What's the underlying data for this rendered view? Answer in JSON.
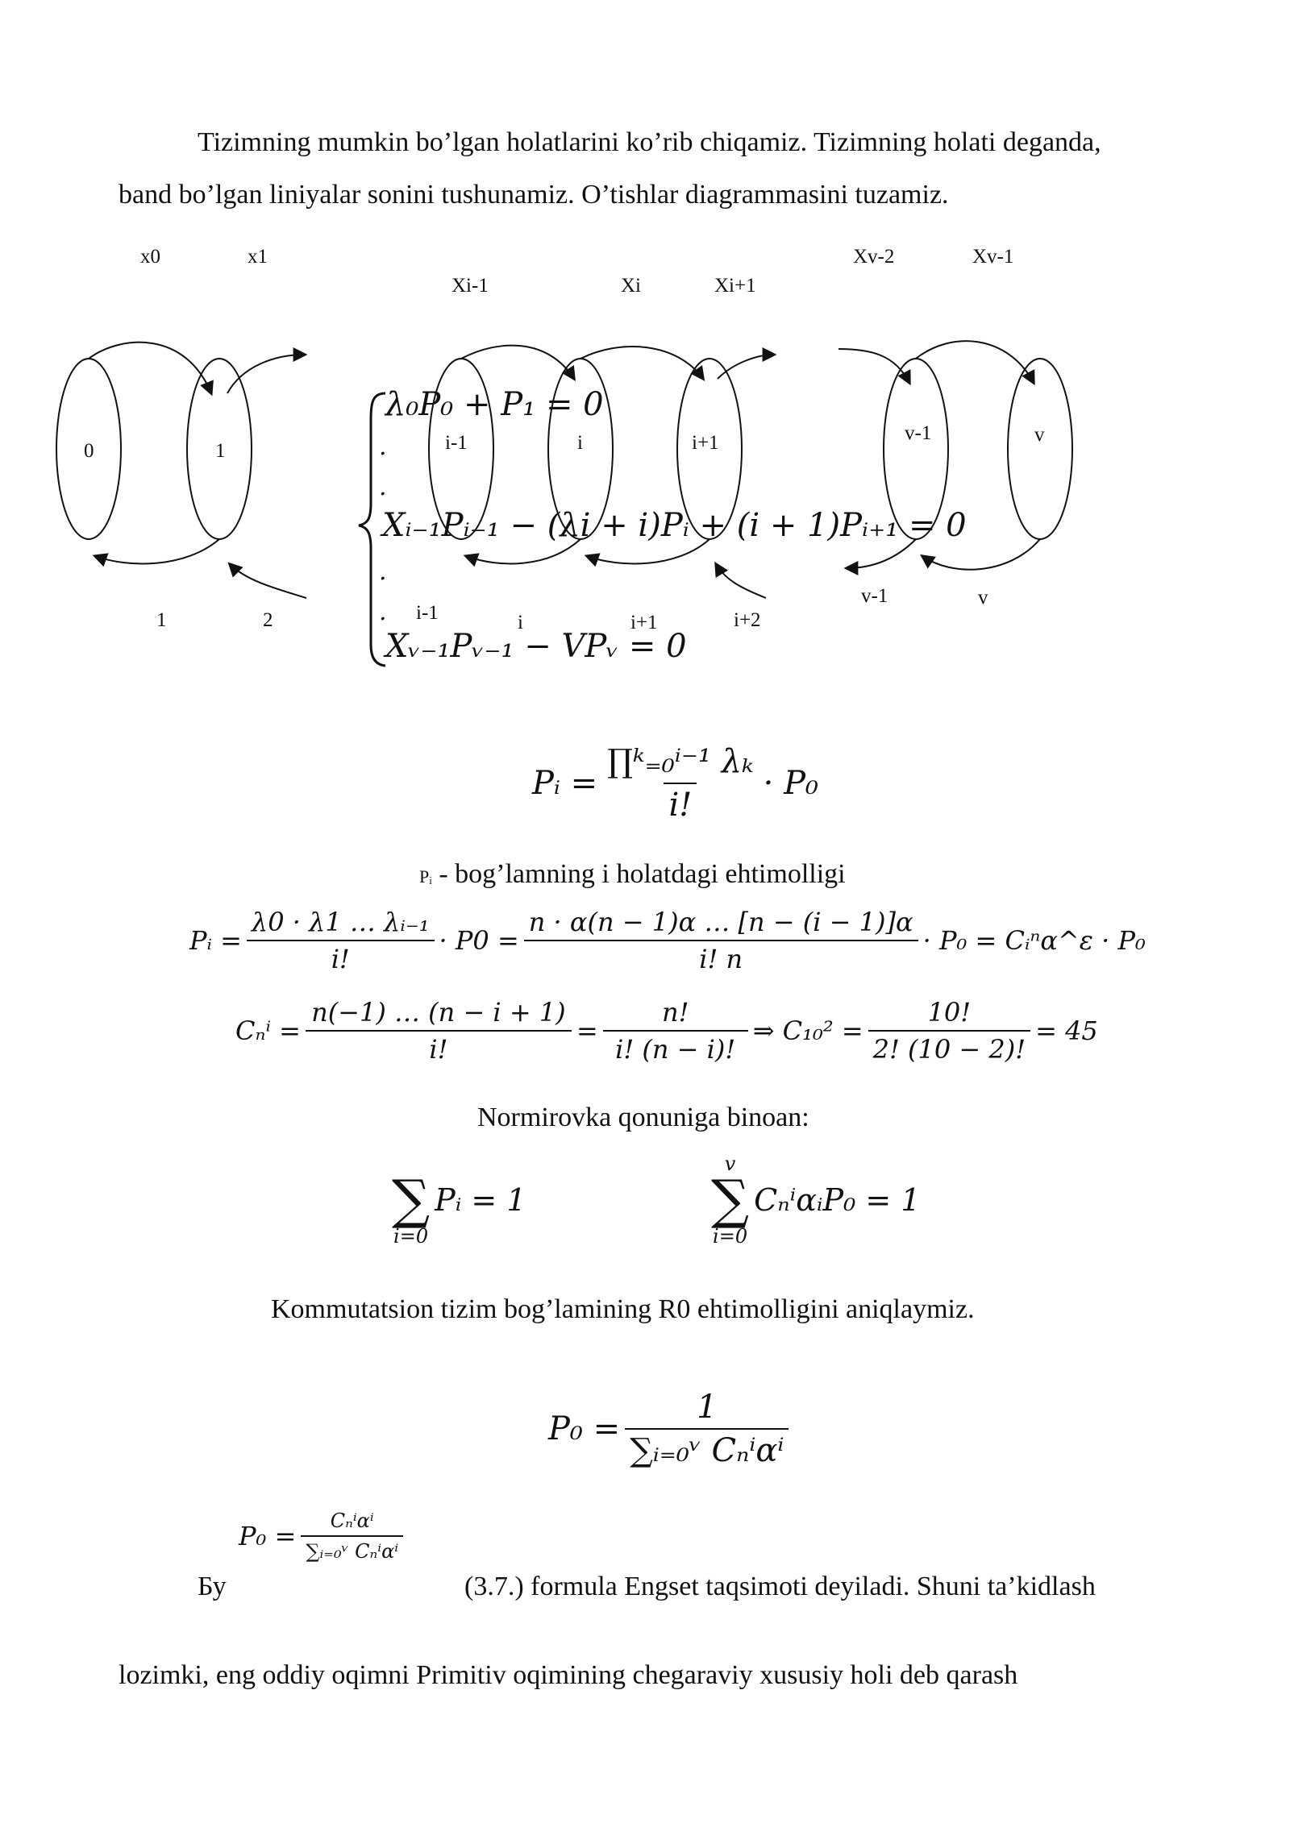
{
  "intro": {
    "line1": "Tizimning mumkin bo’lgan holatlarini ko’rib chiqamiz. Tizimning holati deganda,",
    "line2": "band bo’lgan liniyalar sonini tushunamiz. O’tishlar diagrammasini tuzamiz."
  },
  "diagram": {
    "top_labels": [
      "x0",
      "x1",
      "Xi-1",
      "Xi",
      "Xi+1",
      "Xv-2",
      "Xv-1"
    ],
    "node_labels": [
      "0",
      "1",
      "i-1",
      "i",
      "i+1",
      "v-1",
      "v"
    ],
    "bottom_labels": [
      "1",
      "2",
      "i-1",
      "i",
      "i+1",
      "i+2",
      "v-1",
      "v"
    ]
  },
  "system": {
    "eq1": "λ₀P₀ + P₁ = 0",
    "eq_mid": "Xᵢ₋₁Pᵢ₋₁ − (λi + i)Pᵢ + (i + 1)Pᵢ₊₁ = 0",
    "eq_last": "Xᵥ₋₁Pᵥ₋₁ − VPᵥ = 0",
    "dots": "."
  },
  "formula_pi": {
    "lhs": "Pᵢ =",
    "num": "∏ᵏ₌₀ⁱ⁻¹ λₖ",
    "den": "i!",
    "tail": "· P₀"
  },
  "pi_caption": {
    "symbol": "Pᵢ",
    "text": "- bog’lamning  i holatdagi ehtimolligi"
  },
  "formula_long": {
    "lhs": "Pᵢ =",
    "f1_num": "λ0 · λ1 … λᵢ₋₁",
    "f1_den": "i!",
    "mid": "· P0 =",
    "f2_num": "n · α(n − 1)α … [n − (i − 1)]α",
    "f2_den": "i! n",
    "tail": "· P₀ = Cᵢⁿα^ε · P₀"
  },
  "formula_comb": {
    "lhs": "Cₙⁱ =",
    "f1_num": "n(−1) … (n − i + 1)",
    "f1_den": "i!",
    "eq": "=",
    "f2_num": "n!",
    "f2_den": "i! (n − i)!",
    "mid": "⇒ C₁₀² =",
    "f3_num": "10!",
    "f3_den": "2! (10 − 2)!",
    "tail": "= 45"
  },
  "normirovka": "Normirovka qonuniga binoan:",
  "sums": {
    "s1_body": "Pᵢ = 1",
    "s1_lower": "i=0",
    "s2_upper": "v",
    "s2_body": "CₙⁱαᵢP₀ = 1",
    "s2_lower": "i=0",
    "sigma": "∑"
  },
  "kommutatsion": "Kommutatsion tizim bog’lamining R0 ehtimolligini aniqlaymiz.",
  "formula_p0": {
    "lhs": "P₀ =",
    "num": "1",
    "den": "∑ᵢ₌₀ᵛ Cₙⁱαⁱ"
  },
  "bottom": {
    "by": "Бу",
    "p0_lhs": "P₀ =",
    "p0_num": "Cₙⁱαⁱ",
    "p0_den": "∑ᵢ₌₀ᵛ Cₙⁱαⁱ",
    "line1_rest": "(3.7.)  formula  Engset  taqsimoti  deyiladi.  Shuni  ta’kidlash",
    "line2": "lozimki,  eng  oddiy  oqimni  Primitiv  oqimining  chegaraviy  xususiy  holi  deb  qarash"
  }
}
